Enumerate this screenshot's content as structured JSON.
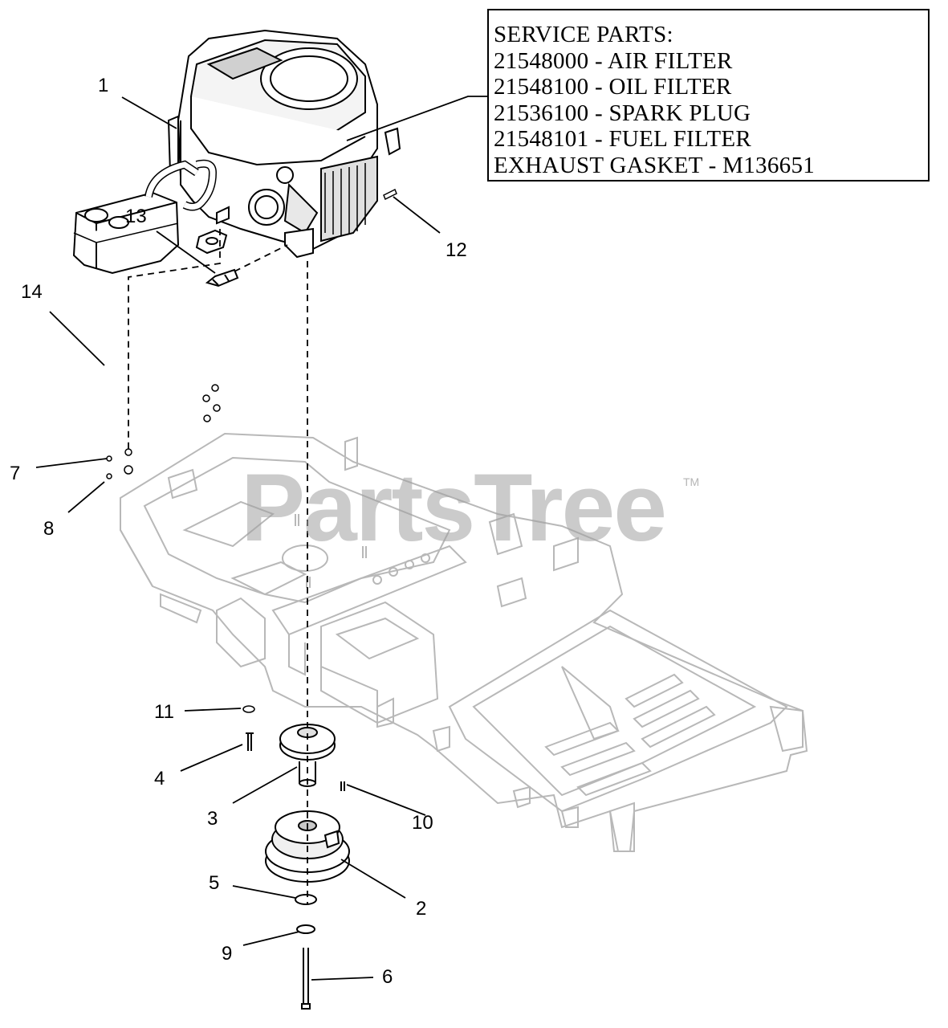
{
  "service_parts": {
    "heading": "SERVICE PARTS:",
    "lines": [
      "21548000 - AIR FILTER",
      "21548100 - OIL FILTER",
      "21536100 - SPARK PLUG",
      "21548101 - FUEL FILTER",
      "EXHAUST GASKET - M136651"
    ]
  },
  "callouts": {
    "c1": "1",
    "c2": "2",
    "c3": "3",
    "c4": "4",
    "c5": "5",
    "c6": "6",
    "c7": "7",
    "c8": "8",
    "c9": "9",
    "c10": "10",
    "c11": "11",
    "c12": "12",
    "c13": "13",
    "c14": "14"
  },
  "watermark": {
    "text": "PartsTree",
    "tm": "TM"
  },
  "colors": {
    "line": "#000000",
    "frame": "#b8b8b8",
    "watermark": "#a0a0a0"
  }
}
